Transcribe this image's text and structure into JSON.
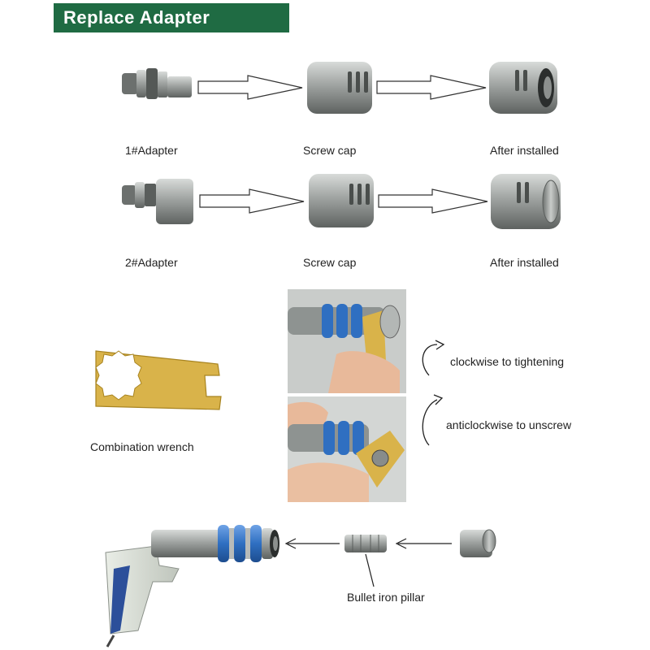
{
  "title": "Replace Adapter",
  "row1": {
    "adapter": "1#Adapter",
    "cap": "Screw cap",
    "installed": "After installed"
  },
  "row2": {
    "adapter": "2#Adapter",
    "cap": "Screw cap",
    "installed": "After installed"
  },
  "wrench": {
    "label": "Combination wrench"
  },
  "rotation": {
    "clockwise": "clockwise to tightening",
    "anticlockwise": "anticlockwise to unscrew"
  },
  "assembly": {
    "label": "Bullet iron pillar"
  },
  "colors": {
    "banner": "#1f6b43",
    "wrench": "#d9b34a",
    "ring": "#2f6fc1",
    "metal": "#9a9e9c"
  }
}
